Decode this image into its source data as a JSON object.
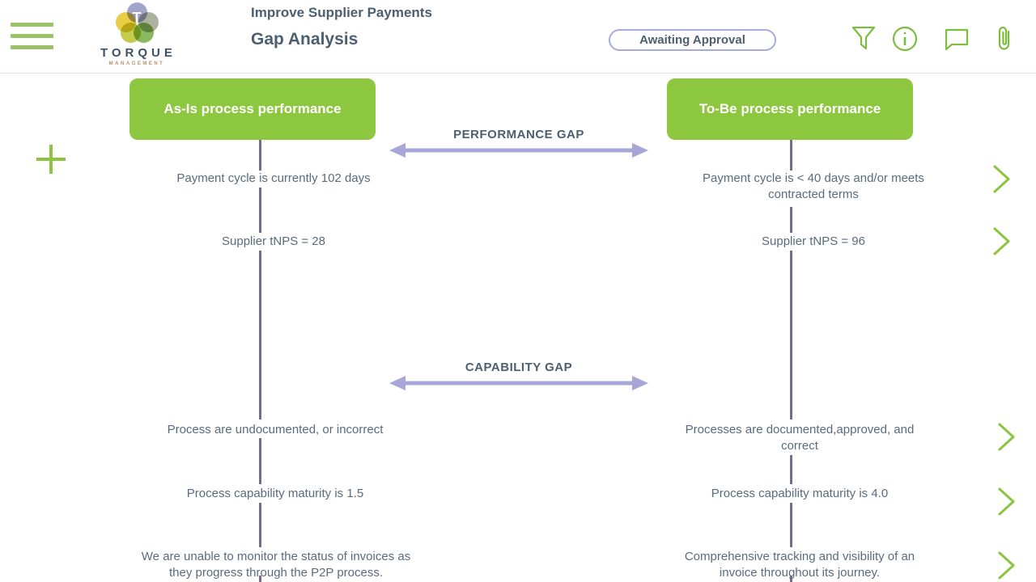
{
  "header": {
    "project_title": "Improve Supplier Payments",
    "page_title": "Gap Analysis",
    "status_badge": "Awaiting Approval",
    "logo": {
      "letter": "T",
      "brand": "TORQUE",
      "sub_brand": "MANAGEMENT"
    },
    "icons": [
      "menu-icon",
      "filter-icon",
      "info-icon",
      "comment-icon",
      "attachment-icon"
    ]
  },
  "diagram": {
    "left": {
      "header": "As-Is process performance",
      "items": [
        "Payment cycle is currently 102 days",
        "Supplier tNPS = 28",
        "Process are undocumented, or incorrect",
        "Process capability maturity is 1.5",
        "We are unable to monitor the status of invoices as they progress through the P2P process."
      ]
    },
    "right": {
      "header": "To-Be process performance",
      "items": [
        "Payment cycle is < 40 days and/or meets contracted terms",
        "Supplier tNPS = 96",
        "Processes are documented,approved, and correct",
        "Process capability maturity is 4.0",
        "Comprehensive tracking and visibility of an invoice throughout its journey."
      ]
    },
    "gaps": [
      "PERFORMANCE GAP",
      "CAPABILITY GAP"
    ],
    "icons": [
      "plus-icon",
      "chevron-right-icon"
    ]
  },
  "colors": {
    "button_green": "#8dc63f",
    "icon_green": "#7cbd40",
    "chevron_green": "#8bc540",
    "arrow_lavender": "#a8a5d8",
    "pill_border": "#a6abdf",
    "connector_line": "#786c86",
    "heading_text": "#4c5e70",
    "body_text": "#5b6b7c"
  }
}
